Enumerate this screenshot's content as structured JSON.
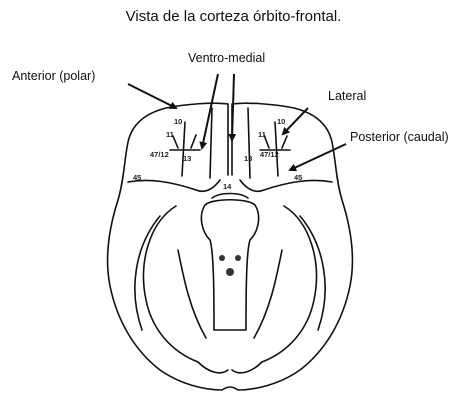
{
  "figure": {
    "title": "Vista de la corteza órbito-frontal.",
    "labels": {
      "anterior": "Anterior (polar)",
      "ventro_medial": "Ventro-medial",
      "lateral": "Lateral",
      "posterior": "Posterior (caudal)"
    },
    "areas": {
      "left_10": "10",
      "left_11": "11",
      "left_47_12": "47/12",
      "left_13": "13",
      "left_45": "45",
      "right_10": "10",
      "right_11": "11",
      "right_47_12": "47/12",
      "right_13": "13",
      "right_45": "45",
      "mid_14": "14"
    }
  }
}
